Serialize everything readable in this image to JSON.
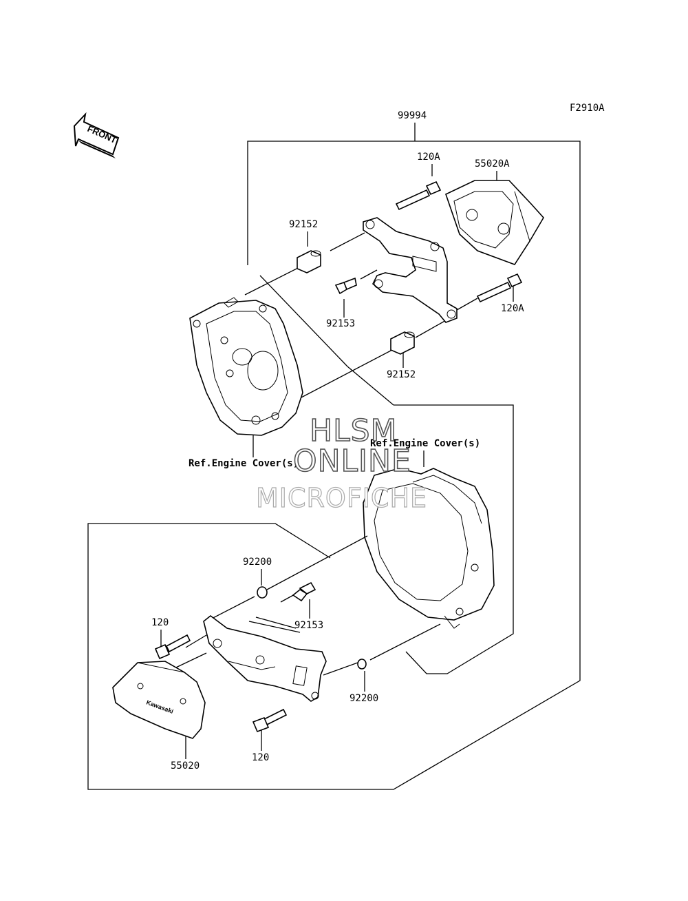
{
  "figure_code": "F2910A",
  "front_label": "FRONT",
  "kit_label": "99994",
  "parts": {
    "p120a_top": "120A",
    "p55020a": "55020A",
    "p92152_top": "92152",
    "p92153_top": "92153",
    "p120a_right": "120A",
    "p92152_mid": "92152",
    "p92200_top": "92200",
    "p92153_bottom": "92153",
    "p120_left": "120",
    "p92200_bottom": "92200",
    "p55020": "55020",
    "p120_bottom": "120"
  },
  "ref_left": "Ref.Engine Cover(s)",
  "ref_right": "Ref.Engine Cover(s)",
  "watermark": {
    "line1": "HLSM",
    "line2": "ONLINE",
    "line3": "MICROFICHE"
  },
  "slider_brand": "Kawasaki"
}
